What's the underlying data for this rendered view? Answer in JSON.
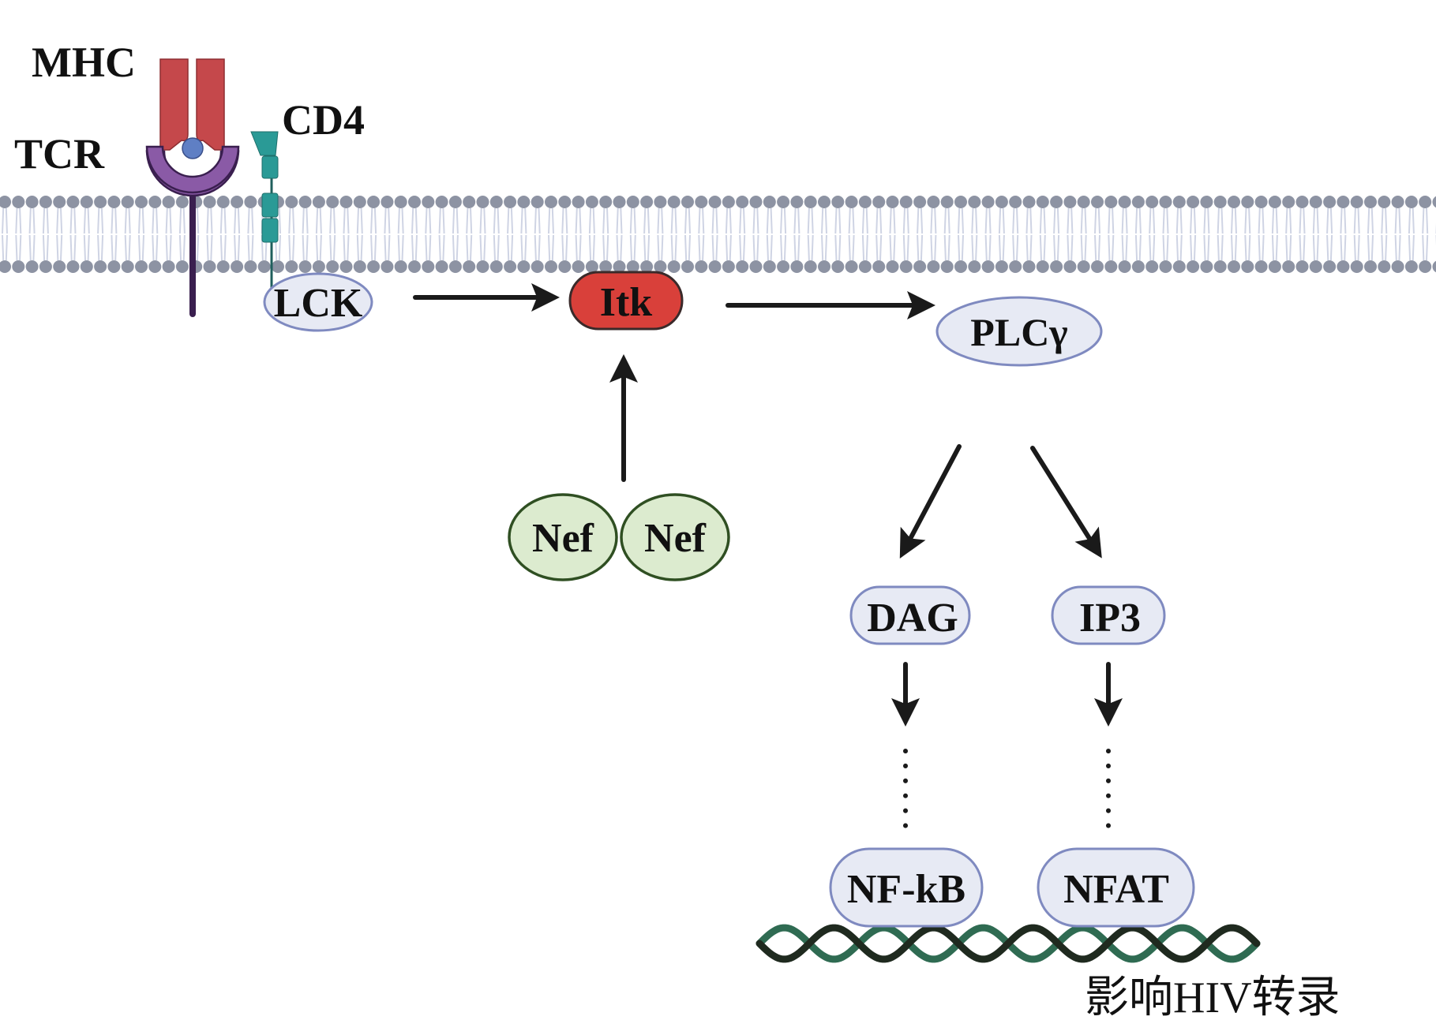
{
  "labels": {
    "mhc": "MHC",
    "tcr": "TCR",
    "cd4": "CD4",
    "lck": "LCK",
    "itk": "Itk",
    "plcg": "PLCγ",
    "nef_left": "Nef",
    "nef_right": "Nef",
    "dag": "DAG",
    "ip3": "IP3",
    "nfkb": "NF-kB",
    "nfat": "NFAT",
    "outcome": "影响HIV转录"
  },
  "colors": {
    "mhc_red": "#c5484b",
    "tcr_purple": "#8a5aa6",
    "tcr_stem": "#3a1f4f",
    "peptide_blue": "#5f7fc4",
    "cd4_teal": "#2a9a96",
    "membrane_head": "#8d93a3",
    "membrane_tail": "#cfd4e4",
    "node_fill": "#e7eaf4",
    "node_stroke": "#7f8ac0",
    "itk_fill": "#d9403a",
    "itk_stroke": "#3a2a2a",
    "nef_fill": "#dcebcf",
    "nef_stroke": "#2f4f22",
    "arrow": "#1a1a1a",
    "dna_dark": "#1f2a1f",
    "dna_green": "#2f6b52"
  },
  "edges": [
    {
      "from": "LCK",
      "to": "Itk",
      "style": "solid"
    },
    {
      "from": "Nef",
      "to": "Itk",
      "style": "solid"
    },
    {
      "from": "Itk",
      "to": "PLCγ",
      "style": "solid"
    },
    {
      "from": "PLCγ",
      "to": "DAG",
      "style": "solid"
    },
    {
      "from": "PLCγ",
      "to": "IP3",
      "style": "solid"
    },
    {
      "from": "DAG",
      "to": "NF-kB",
      "style": "solid+dotted"
    },
    {
      "from": "IP3",
      "to": "NFAT",
      "style": "solid+dotted"
    }
  ]
}
